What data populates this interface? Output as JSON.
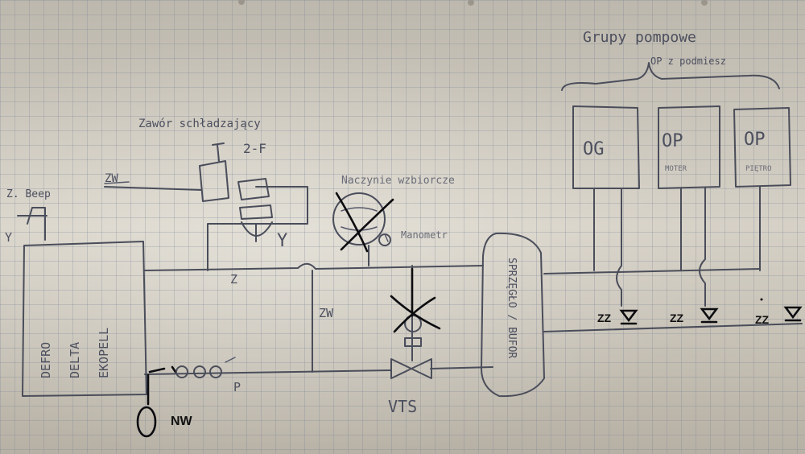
{
  "labels": {
    "pump_groups_title": "Grupy pompowe",
    "pump_groups_subtitle": "OP z podmiesz",
    "valve_label": "Zawór schładzający",
    "valve_type": "2-F",
    "zw_top": "ZW",
    "beep": "Z. Beep",
    "y_left": "Y",
    "y_valve": "Y",
    "z_label": "Z",
    "zw_mid": "ZW",
    "expansion_vessel": "Naczynie wzbiorcze",
    "manometer": "Manometr",
    "boiler_line1": "DEFRO",
    "boiler_line2": "DELTA",
    "boiler_line3": "EKOPELL",
    "p_label": "P",
    "nw_label": "NW",
    "vts_label": "VTS",
    "sprzeglo_label": "SPRZĘGŁO / BUFOR",
    "og_label": "OG",
    "op1_label": "OP",
    "op1_sub": "MOTER",
    "op2_label": "OP",
    "op2_sub": "PIĘTRO",
    "zz1": "ZZ",
    "zz2": "ZZ",
    "zz3": "ZZ"
  },
  "colors": {
    "pencil": "#4a4d5a",
    "ink": "#0c0c10",
    "paper": "#cdc8bd"
  },
  "icons": [
    "gate-valve-icon",
    "pump-icon",
    "expansion-vessel-icon",
    "manometer-icon",
    "water-level-icon",
    "filter-icon"
  ]
}
